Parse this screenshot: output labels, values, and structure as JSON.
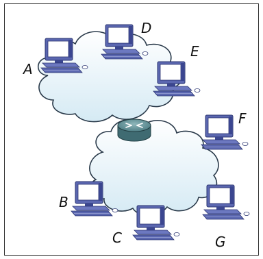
{
  "diagram": {
    "hosts": [
      {
        "id": "A",
        "label": "A"
      },
      {
        "id": "B",
        "label": "B"
      },
      {
        "id": "C",
        "label": "C"
      },
      {
        "id": "D",
        "label": "D"
      },
      {
        "id": "E",
        "label": "E"
      },
      {
        "id": "F",
        "label": "F"
      },
      {
        "id": "G",
        "label": "G"
      }
    ],
    "colors": {
      "cloud_fill": "#e3f1f8",
      "cloud_stroke": "#2a3a4a",
      "computer_body": "#5b67b0",
      "computer_dark": "#3b4690",
      "screen": "#ffffff",
      "router": "#4f7f86"
    }
  }
}
